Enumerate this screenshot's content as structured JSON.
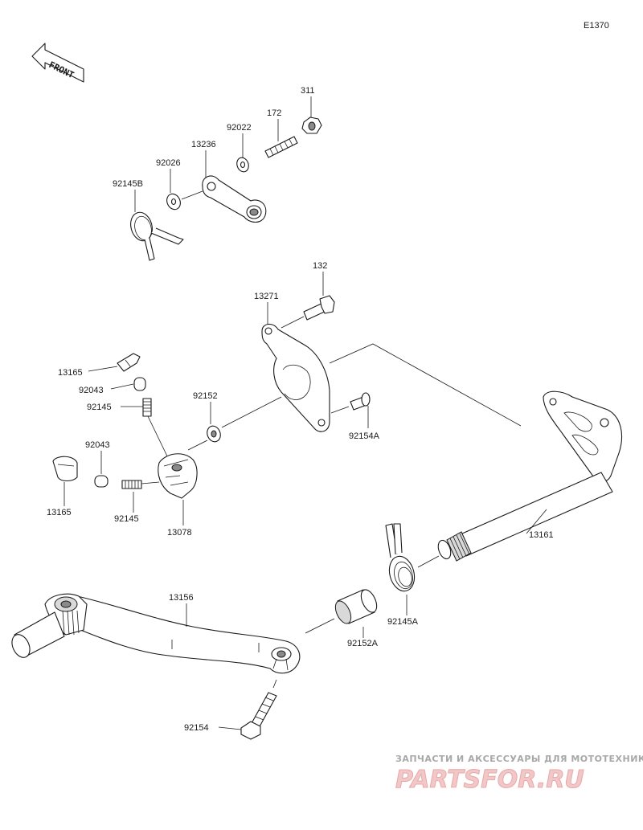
{
  "diagram_code": "E1370",
  "front_label": "FRONT",
  "labels": {
    "p311": "311",
    "p172": "172",
    "p92022": "92022",
    "p13236": "13236",
    "p92026": "92026",
    "p92145B": "92145B",
    "p132": "132",
    "p13271": "13271",
    "p13165a": "13165",
    "p92043a": "92043",
    "p92145a": "92145",
    "p92152": "92152",
    "p92154A": "92154A",
    "p92043b": "92043",
    "p13165b": "13165",
    "p92145b": "92145",
    "p13078": "13078",
    "p13161": "13161",
    "p13156": "13156",
    "p92145A": "92145A",
    "p92152A": "92152A",
    "p92154": "92154"
  },
  "watermark": {
    "tagline": "ЗАПЧАСТИ И АКСЕССУАРЫ ДЛЯ МОТОТЕХНИКИ",
    "logo": "PARTSFOR.RU"
  }
}
